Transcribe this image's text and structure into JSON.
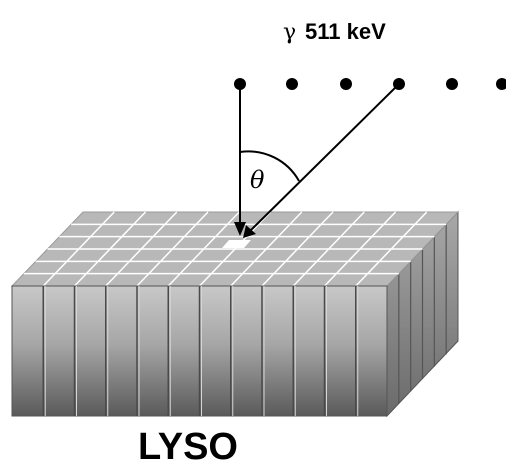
{
  "header": {
    "gamma_symbol": "γ",
    "energy_label": "511 keV"
  },
  "angle_label": "θ",
  "crystal_label": "LYSO",
  "source_dot_count": 6,
  "crystal": {
    "front_columns": 12,
    "top_rows": 6,
    "side_columns": 6
  },
  "colors": {
    "top_face": "#b8b8b8",
    "top_grid": "#ffffff",
    "front_light": "#c4c4c4",
    "front_dark": "#5e5e5e",
    "side_face": "#8f8f8f",
    "hit_spot": "#ffffff",
    "ink": "#000000"
  }
}
